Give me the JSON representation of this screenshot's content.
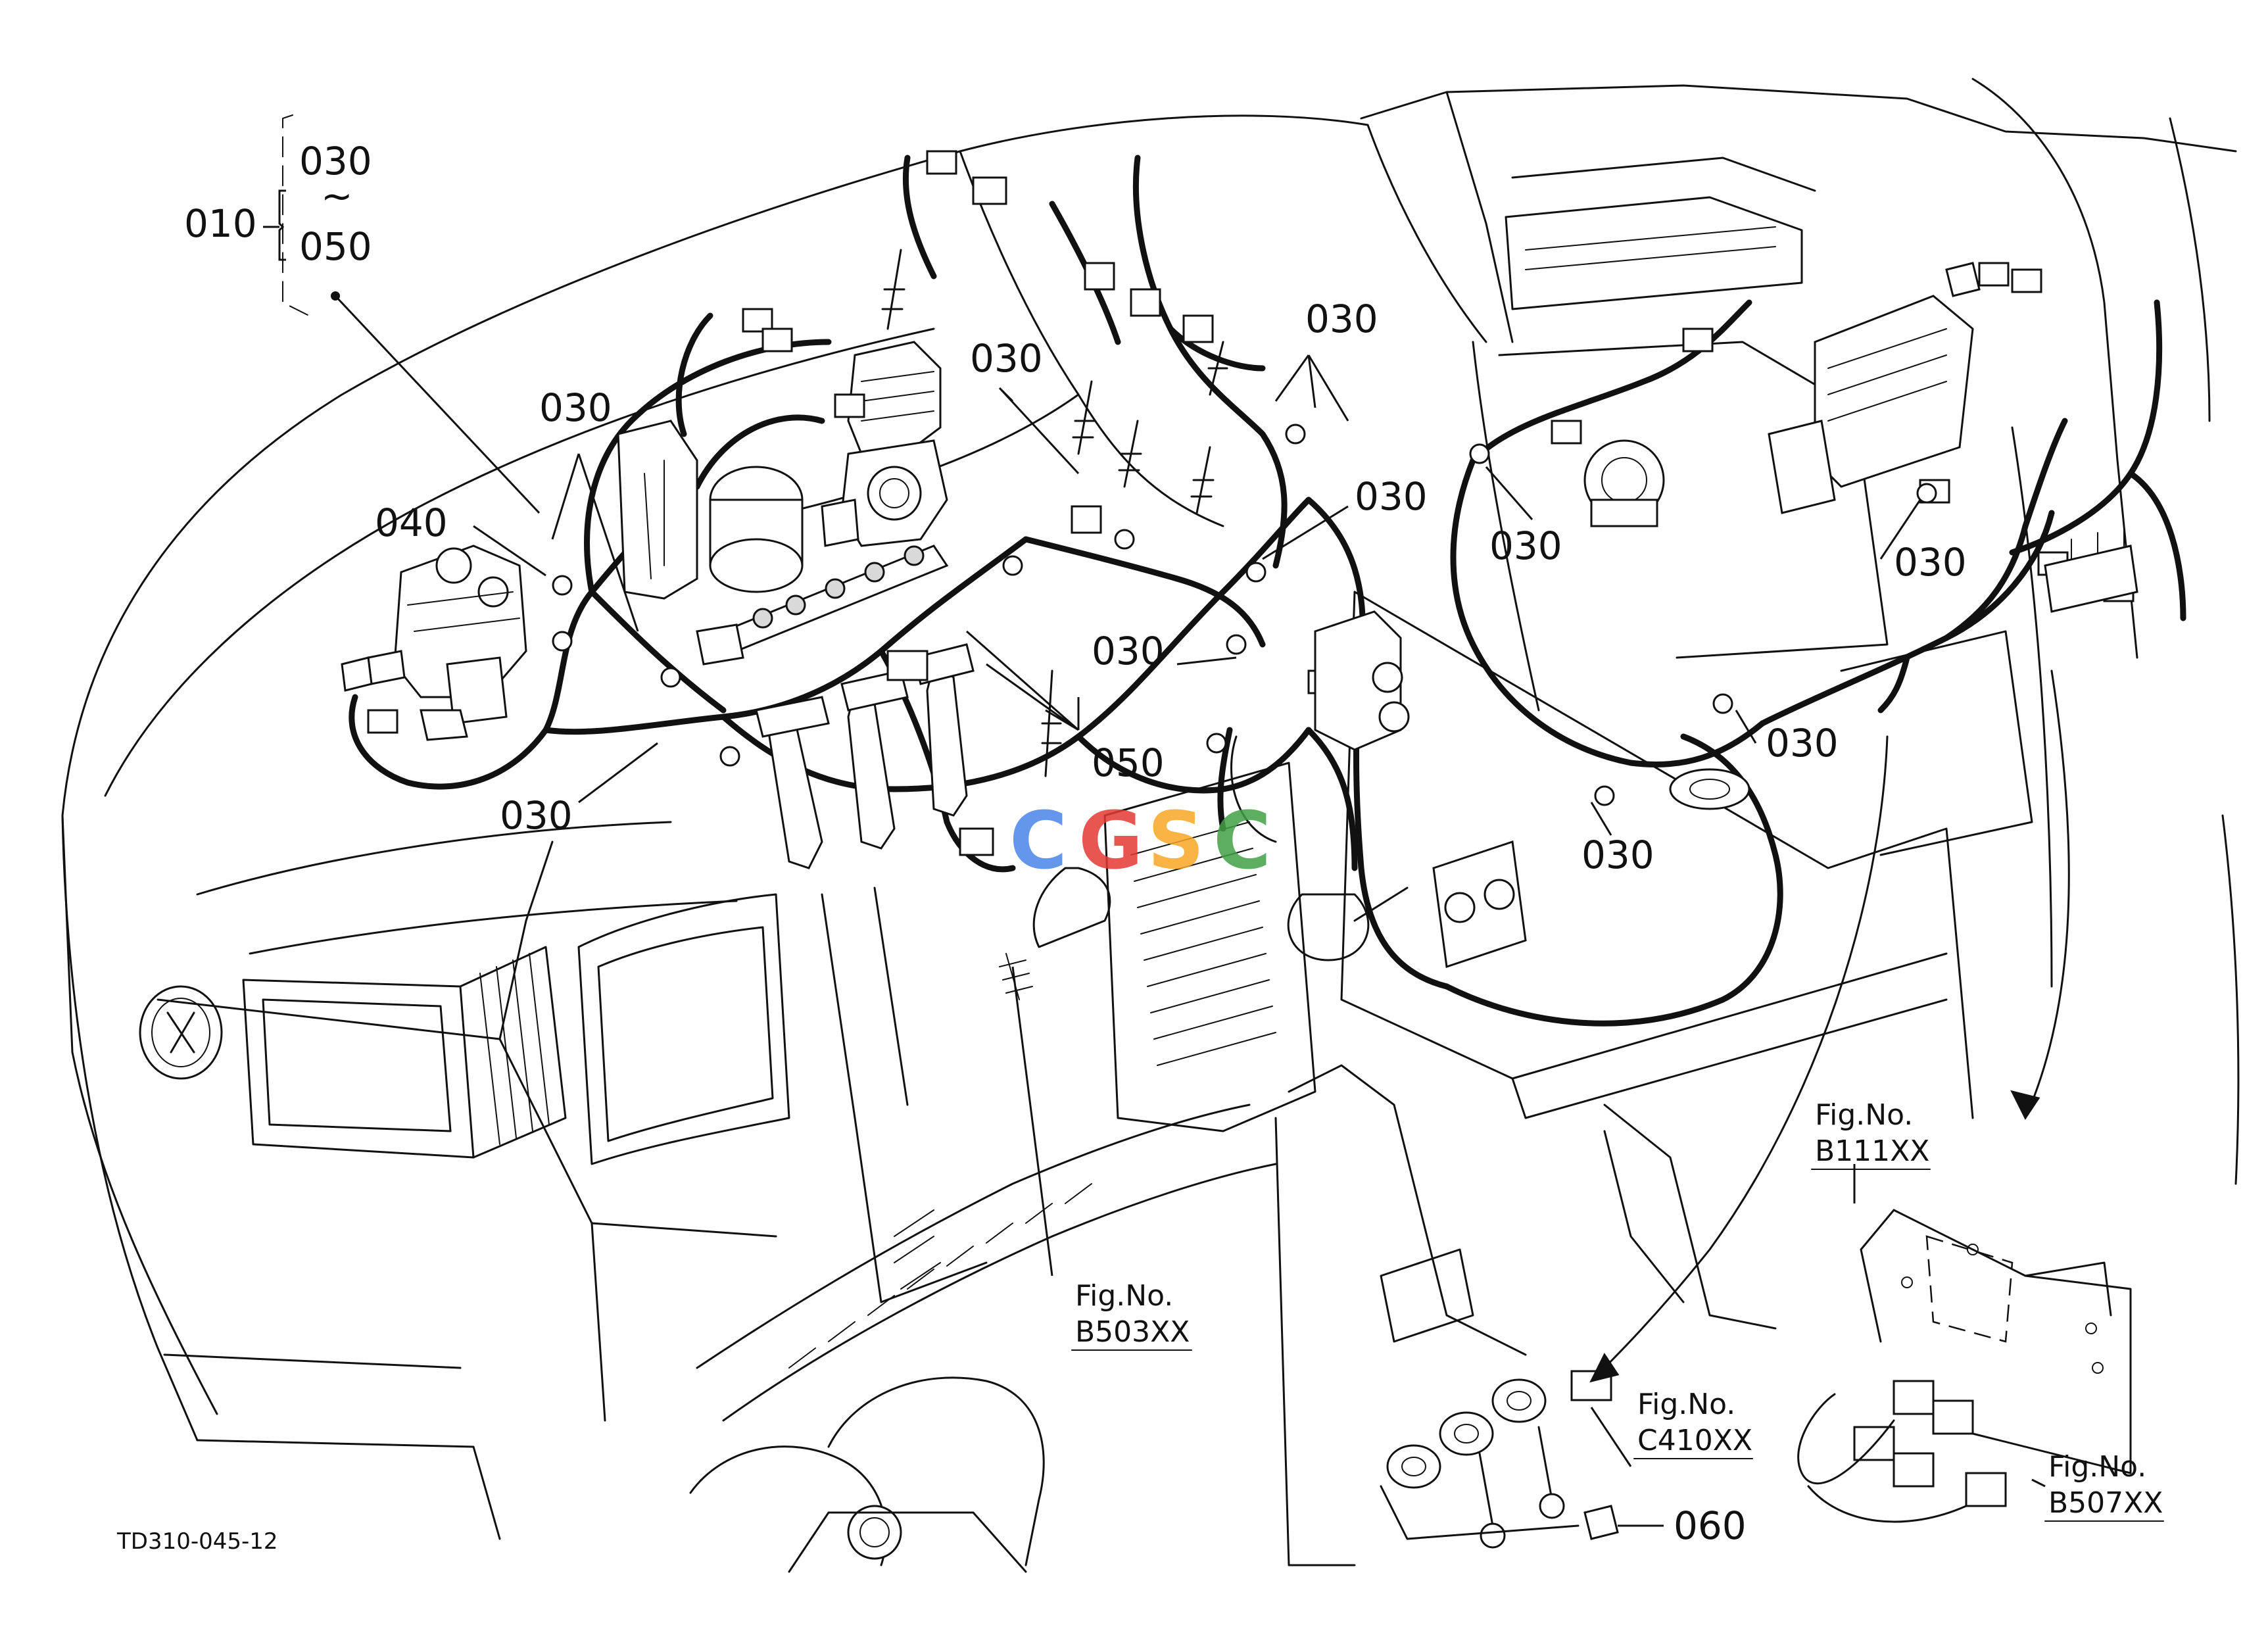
{
  "diagram_code": "TD310-045-12",
  "group": {
    "main": "010",
    "range_from": "030",
    "range_sep": "~",
    "range_to": "050"
  },
  "callouts": {
    "c030_a": "030",
    "c030_b": "030",
    "c030_c": "030",
    "c030_d": "030",
    "c030_e": "030",
    "c030_f": "030",
    "c030_g": "030",
    "c030_h": "030",
    "c030_i": "030",
    "c030_j": "030",
    "c040": "040",
    "c050": "050",
    "c060": "060"
  },
  "figrefs": {
    "b111": {
      "label": "Fig.No.",
      "code": "B111XX"
    },
    "b503": {
      "label": "Fig.No.",
      "code": "B503XX"
    },
    "c410": {
      "label": "Fig.No.",
      "code": "C410XX"
    },
    "b507": {
      "label": "Fig.No.",
      "code": "B507XX"
    }
  },
  "watermark": "CGSC",
  "colors": {
    "line": "#111111",
    "wm_blue": "#4a86e8",
    "wm_red": "#e53935",
    "wm_yellow": "#f9a825",
    "wm_green": "#43a047"
  }
}
